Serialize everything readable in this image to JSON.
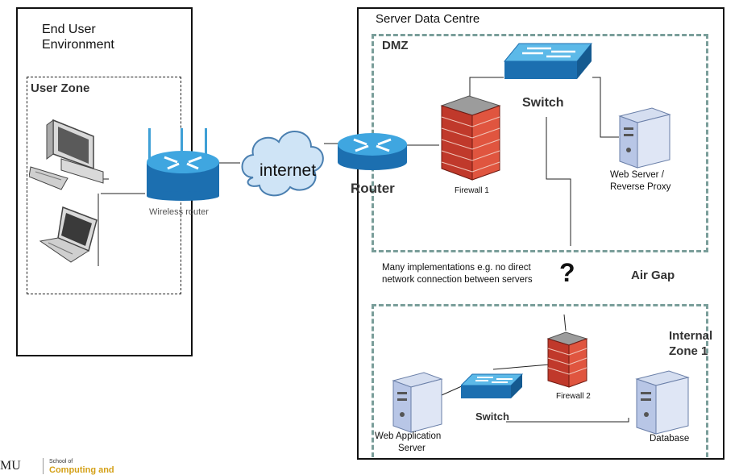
{
  "end_user": {
    "title_line1": "End User",
    "title_line2": "Environment",
    "user_zone_label": "User Zone",
    "wireless_router_label": "Wireless router"
  },
  "network": {
    "internet_label": "internet",
    "router_label": "Router"
  },
  "server": {
    "title": "Server Data Centre",
    "dmz_label": "DMZ",
    "switch_top_label": "Switch",
    "firewall1_label": "Firewall 1",
    "web_server_line1": "Web Server /",
    "web_server_line2": "Reverse Proxy",
    "note_line1": "Many implementations e.g. no direct",
    "note_line2": "network connection between servers",
    "question_mark": "?",
    "air_gap_label": "Air Gap",
    "internal_zone_line1": "Internal",
    "internal_zone_line2": "Zone 1",
    "firewall2_label": "Firewall 2",
    "switch_bottom_label": "Switch",
    "web_app_line1": "Web Application",
    "web_app_line2": "Server",
    "database_label": "Database"
  },
  "footer": {
    "logo_fragment": "MU",
    "school_of": "School of",
    "computing": "Computing and"
  }
}
